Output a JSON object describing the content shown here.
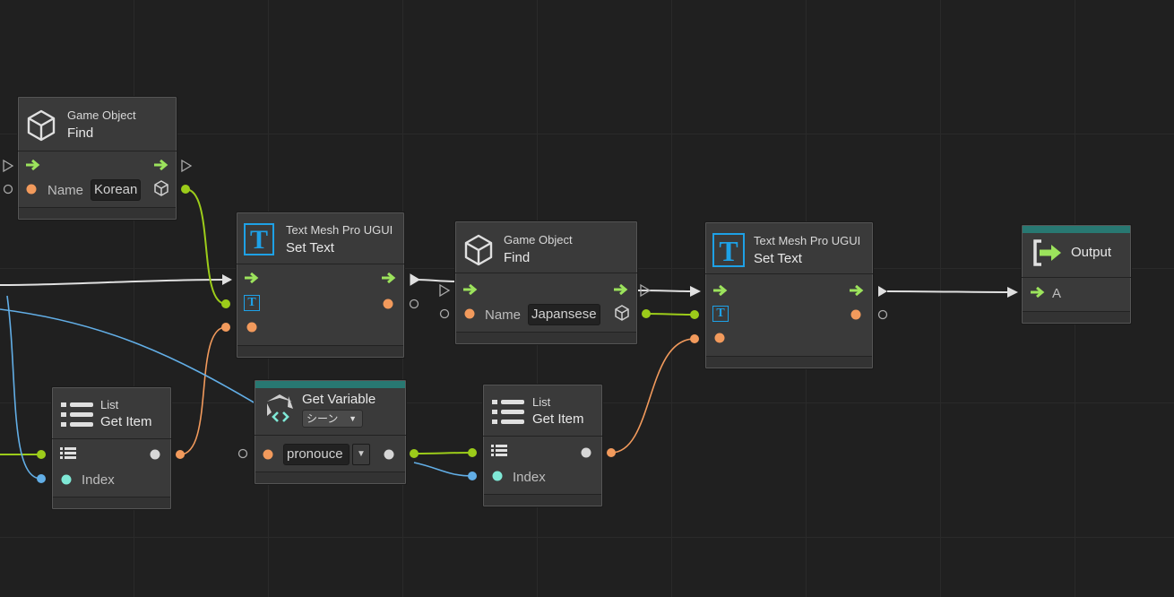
{
  "colors": {
    "canvas": "#202020",
    "node": "#3a3a3a",
    "flow_arrow": "#9ce35c",
    "object_port": "#9ccc1a",
    "string_port": "#f29a5c",
    "int_port": "#62aee6",
    "list_port": "#e0e0e0",
    "var_header": "#287872",
    "tmp_icon": "#1ea1e6"
  },
  "nodes": {
    "find1": {
      "subtitle": "Game Object",
      "title": "Find",
      "name_label": "Name",
      "name_value": "Korean",
      "icon": "cube-icon"
    },
    "settext1": {
      "subtitle": "Text Mesh Pro UGUI",
      "title": "Set Text",
      "icon": "textmeshpro-icon"
    },
    "find2": {
      "subtitle": "Game Object",
      "title": "Find",
      "name_label": "Name",
      "name_value": "Japansese",
      "icon": "cube-icon"
    },
    "settext2": {
      "subtitle": "Text Mesh Pro UGUI",
      "title": "Set Text",
      "icon": "textmeshpro-icon"
    },
    "output": {
      "title": "Output",
      "port_label": "A",
      "icon": "output-icon"
    },
    "getitem1": {
      "subtitle": "List",
      "title": "Get Item",
      "index_label": "Index",
      "icon": "list-icon"
    },
    "getvar": {
      "title": "Get Variable",
      "scope": "シーン",
      "variable": "pronouce",
      "icon": "unity-variable-icon"
    },
    "getitem2": {
      "subtitle": "List",
      "title": "Get Item",
      "index_label": "Index",
      "icon": "list-icon"
    }
  }
}
